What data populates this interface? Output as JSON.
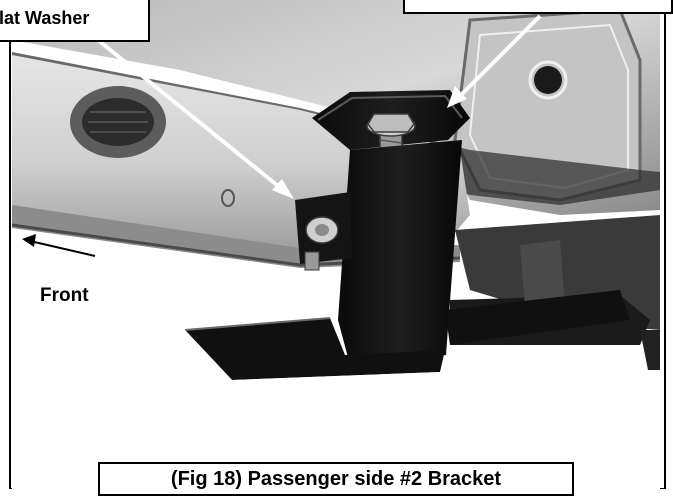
{
  "figure": {
    "callout_left_text": "Flat Washer",
    "callout_right_text": "",
    "direction_label": "Front",
    "caption": "(Fig 18) Passenger side #2 Bracket"
  },
  "colors": {
    "line": "#000000",
    "background": "#ffffff",
    "metal_light": "#dcdcdc",
    "metal_mid": "#a8a8a8",
    "metal_dark": "#5a5a5a",
    "bracket": "#111111"
  }
}
